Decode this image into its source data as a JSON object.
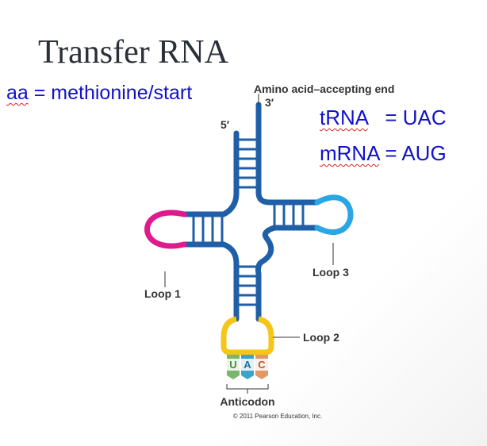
{
  "slide": {
    "title": "Transfer RNA",
    "aa_note_prefix": "aa",
    "aa_note_rest": " = methionine/start",
    "trna_label": "tRNA",
    "trna_value": "   = UAC",
    "mrna_label": "mRNA",
    "mrna_value": " = AUG"
  },
  "diagram": {
    "acceptor_label": "Amino acid–accepting end",
    "three_prime": "3′",
    "five_prime": "5′",
    "loop1": "Loop 1",
    "loop2": "Loop 2",
    "loop3": "Loop 3",
    "anticodon_label": "Anticodon",
    "bases": [
      "U",
      "A",
      "C"
    ],
    "copyright": "© 2011 Pearson Education, Inc.",
    "colors": {
      "strand": "#1f5fa8",
      "loop1": "#e0198c",
      "loop2": "#f5c518",
      "loop3": "#29a6e3",
      "base_u": "#7cb56c",
      "base_a": "#3ba3c8",
      "base_c": "#e49868"
    }
  }
}
